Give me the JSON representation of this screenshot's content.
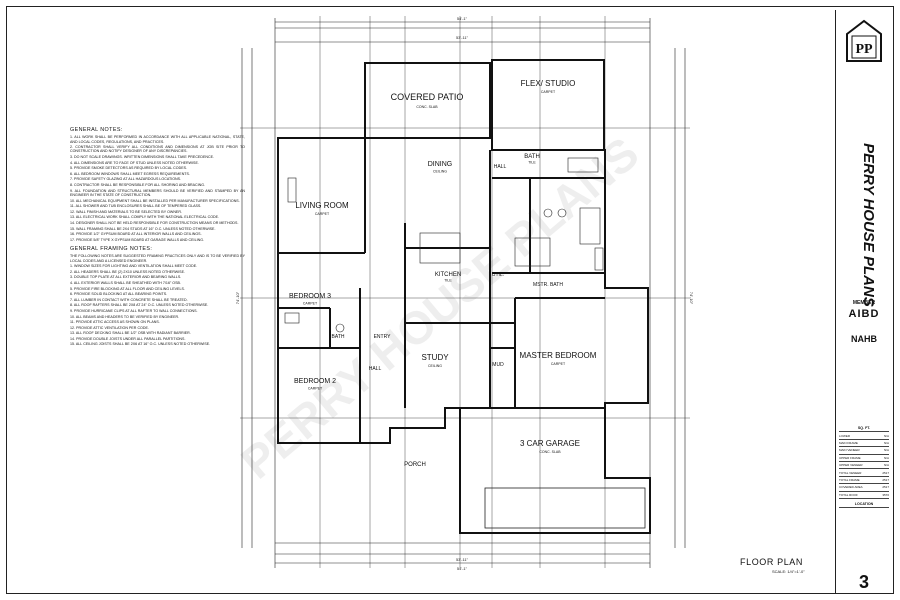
{
  "sheet": {
    "company": "PERRY HOUSE PLANS",
    "plan_title": "FLOOR PLAN",
    "scale": "SCALE: 1/4\"=1'-0\"",
    "sheet_number": "3",
    "member_label": "MEMBER",
    "aibd": "AIBD",
    "nahb": "NAHB",
    "location_label": "LOCATION",
    "sqft_label": "SQ. FT.",
    "sqft_rows": [
      {
        "label": "LOWER",
        "value": "N/A"
      },
      {
        "label": "MAIN FRAME",
        "value": "N/A"
      },
      {
        "label": "MAIN VENEER",
        "value": "N/A"
      },
      {
        "label": "UPPER FRAME",
        "value": "N/A"
      },
      {
        "label": "UPPER VENEER",
        "value": "N/A"
      },
      {
        "label": "TOTAL VENEER",
        "value": "2517"
      },
      {
        "label": "TOTAL FRAME",
        "value": "2517"
      },
      {
        "label": "COVERED AREA",
        "value": "2517"
      },
      {
        "label": "TOTAL ROOF",
        "value": "3570"
      }
    ]
  },
  "notes": {
    "general_title": "GENERAL NOTES:",
    "general": [
      "1. ALL WORK SHALL BE PERFORMED IN ACCORDANCE WITH ALL APPLICABLE NATIONAL, STATE, AND LOCAL CODES, REGULATIONS, AND PRACTICES.",
      "2. CONTRACTOR SHALL VERIFY ALL CONDITIONS AND DIMENSIONS AT JOB SITE PRIOR TO CONSTRUCTION AND NOTIFY DESIGNER OF ANY DISCREPANCIES.",
      "3. DO NOT SCALE DRAWINGS. WRITTEN DIMENSIONS SHALL TAKE PRECEDENCE.",
      "4. ALL DIMENSIONS ARE TO FACE OF STUD UNLESS NOTED OTHERWISE.",
      "5. PROVIDE SMOKE DETECTORS AS REQUIRED BY LOCAL CODES.",
      "6. ALL BEDROOM WINDOWS SHALL MEET EGRESS REQUIREMENTS.",
      "7. PROVIDE SAFETY GLAZING AT ALL HAZARDOUS LOCATIONS.",
      "8. CONTRACTOR SHALL BE RESPONSIBLE FOR ALL SHORING AND BRACING.",
      "9. ALL FOUNDATION AND STRUCTURAL MEMBERS SHOULD BE VERIFIED AND STAMPED BY AN ENGINEER IN THE STATE OF CONSTRUCTION.",
      "10. ALL MECHANICAL EQUIPMENT SHALL BE INSTALLED PER MANUFACTURER SPECIFICATIONS.",
      "11. ALL SHOWER AND TUB ENCLOSURES SHALL BE OF TEMPERED GLASS.",
      "12. WALL FINISH AND MATERIALS TO BE SELECTED BY OWNER.",
      "13. ALL ELECTRICAL WORK SHALL COMPLY WITH THE NATIONAL ELECTRICAL CODE.",
      "14. DESIGNER SHALL NOT BE HELD RESPONSIBLE FOR CONSTRUCTION MEANS OR METHODS.",
      "15. WALL FRAMING SHALL BE 2X4 STUDS AT 16\" O.C. UNLESS NOTED OTHERWISE.",
      "16. PROVIDE 1/2\" GYPSUM BOARD AT ALL INTERIOR WALLS AND CEILINGS.",
      "17. PROVIDE 5/8\" TYPE X GYPSUM BOARD AT GARAGE WALLS AND CEILING."
    ],
    "framing_title": "GENERAL FRAMING NOTES:",
    "framing": [
      "THE FOLLOWING NOTES ARE SUGGESTED FRAMING PRACTICES ONLY AND IS TO BE VERIFIED BY LOCAL CODES AND A LICENSED ENGINEER.",
      "1. WINDOW SIZES FOR LIGHTING AND VENTILATION SHALL MEET CODE.",
      "2. ALL HEADERS SHALL BE (2) 2X10 UNLESS NOTED OTHERWISE.",
      "3. DOUBLE TOP PLATE AT ALL EXTERIOR AND BEARING WALLS.",
      "4. ALL EXTERIOR WALLS SHALL BE SHEATHED WITH 7/16\" OSB.",
      "5. PROVIDE FIRE BLOCKING AT ALL FLOOR AND CEILING LEVELS.",
      "6. PROVIDE SOLID BLOCKING AT ALL BEARING POINTS.",
      "7. ALL LUMBER IN CONTACT WITH CONCRETE SHALL BE TREATED.",
      "8. ALL ROOF RAFTERS SHALL BE 2X8 AT 24\" O.C. UNLESS NOTED OTHERWISE.",
      "9. PROVIDE HURRICANE CLIPS AT ALL RAFTER TO WALL CONNECTIONS.",
      "10. ALL BEAMS AND HEADERS TO BE VERIFIED BY ENGINEER.",
      "11. PROVIDE ATTIC ACCESS AS SHOWN ON PLANS.",
      "12. PROVIDE ATTIC VENTILATION PER CODE.",
      "13. ALL ROOF DECKING SHALL BE 1/2\" OSB WITH RADIANT BARRIER.",
      "14. PROVIDE DOUBLE JOISTS UNDER ALL PARALLEL PARTITIONS.",
      "15. ALL CEILING JOISTS SHALL BE 2X6 AT 16\" O.C. UNLESS NOTED OTHERWISE."
    ]
  },
  "rooms": [
    {
      "name": "COVERED PATIO",
      "sub": "CONC. SLAB"
    },
    {
      "name": "FLEX/ STUDIO",
      "sub": "CARPET"
    },
    {
      "name": "DINING",
      "sub": "CEILING"
    },
    {
      "name": "LIVING ROOM",
      "sub": "CARPET"
    },
    {
      "name": "BATH",
      "sub": "TILE"
    },
    {
      "name": "HALL",
      "sub": ""
    },
    {
      "name": "KITCHEN",
      "sub": "TILE"
    },
    {
      "name": "UTIL.",
      "sub": ""
    },
    {
      "name": "MSTR. BATH",
      "sub": ""
    },
    {
      "name": "BEDROOM 3",
      "sub": "CARPET"
    },
    {
      "name": "ENTRY",
      "sub": ""
    },
    {
      "name": "HALL",
      "sub": ""
    },
    {
      "name": "STUDY",
      "sub": "CEILING"
    },
    {
      "name": "MUD",
      "sub": ""
    },
    {
      "name": "MASTER BEDROOM",
      "sub": "CARPET"
    },
    {
      "name": "BEDROOM 2",
      "sub": "CARPET"
    },
    {
      "name": "BATH",
      "sub": ""
    },
    {
      "name": "3 CAR GARAGE",
      "sub": "CONC. SLAB"
    },
    {
      "name": "PORCH",
      "sub": ""
    }
  ],
  "dims": {
    "top_overall": "54'-1\"",
    "top_frame": "53'-11\"",
    "bottom_overall": "54'-1\"",
    "bottom_frame": "53'-11\"",
    "left": "74'-10\"",
    "right": "74'-10\""
  },
  "watermark": "PERRY HOUSE PLANS"
}
